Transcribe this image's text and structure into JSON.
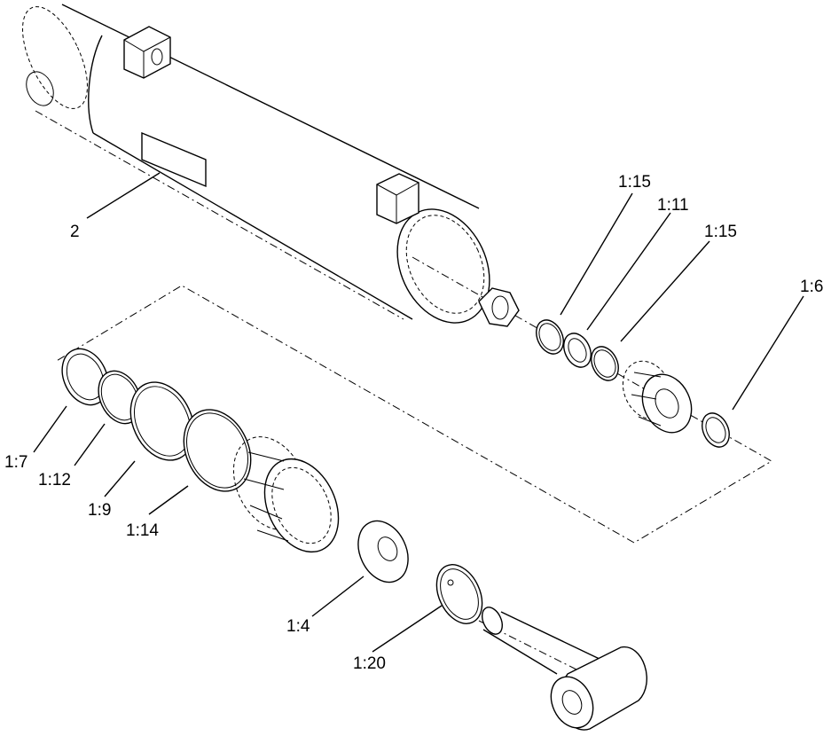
{
  "callouts": {
    "c2": "2",
    "c1_15_a": "1:15",
    "c1_11": "1:11",
    "c1_15_b": "1:15",
    "c1_6": "1:6",
    "c1_7": "1:7",
    "c1_12": "1:12",
    "c1_9": "1:9",
    "c1_14": "1:14",
    "c1_4": "1:4",
    "c1_20": "1:20"
  }
}
